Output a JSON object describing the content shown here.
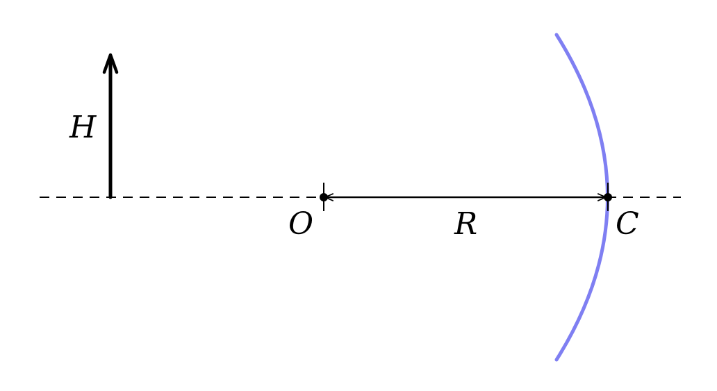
{
  "labels": {
    "object_height": "H",
    "point_o": "O",
    "point_c": "C",
    "radius": "R"
  },
  "colors": {
    "mirror": "#7f7ff2",
    "ink": "#000000"
  }
}
